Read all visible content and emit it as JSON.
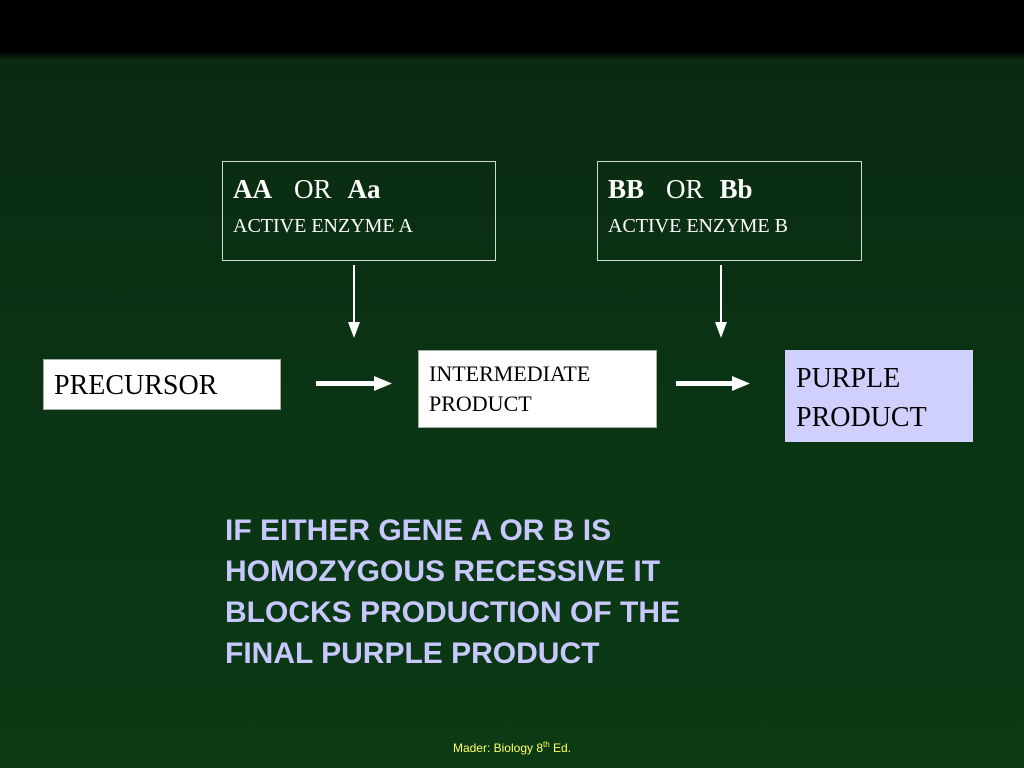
{
  "diagram": {
    "gene_a": {
      "dominant": "AA",
      "or": "OR",
      "het": "Aa",
      "enzyme": "ACTIVE ENZYME A"
    },
    "gene_b": {
      "dominant": "BB",
      "or": "OR",
      "het": "Bb",
      "enzyme": "ACTIVE ENZYME B"
    },
    "nodes": {
      "precursor": "PRECURSOR",
      "intermediate_line1": "INTERMEDIATE",
      "intermediate_line2": "PRODUCT",
      "purple_line1": "PURPLE",
      "purple_line2": "PRODUCT"
    },
    "note_lines": [
      "IF EITHER GENE A OR B IS",
      "HOMOZYGOUS RECESSIVE IT",
      "BLOCKS PRODUCTION OF THE",
      "FINAL PURPLE PRODUCT"
    ]
  },
  "footer": {
    "credit_prefix": "Mader: Biology 8",
    "credit_sup": "th",
    "credit_suffix": " Ed."
  },
  "colors": {
    "background": "#0a3413",
    "note_text": "#c8c8ff",
    "purple_box": "#d0d0ff",
    "credit_text": "#ffff66"
  }
}
